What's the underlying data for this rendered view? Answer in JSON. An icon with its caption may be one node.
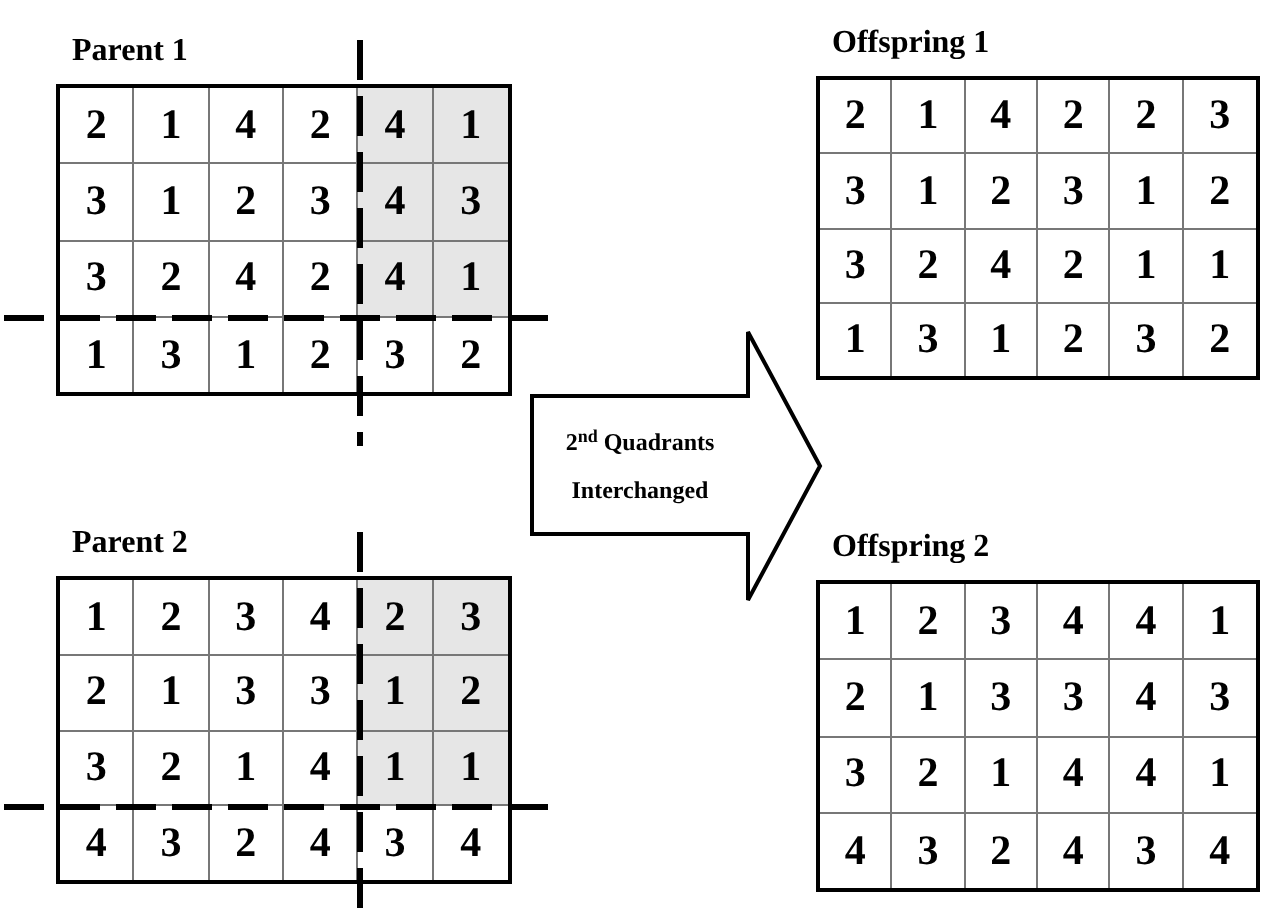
{
  "diagram": {
    "nodes": [
      {
        "text": [
          "Parent 1"
        ]
      },
      {
        "text": [
          "Offspring 1"
        ]
      },
      {
        "text": [
          "2$^{nd}$ Quadrants",
          "Interchanged"
        ]
      },
      {
        "text": [
          "Parent 2"
        ]
      },
      {
        "text": [
          "Offspring 2"
        ]
      }
    ],
    "labels": [
      "2",
      "1",
      "4",
      "2",
      "4",
      "1",
      "3",
      "1",
      "2",
      "3",
      "4",
      "3",
      "3",
      "2",
      "4",
      "2",
      "4",
      "1",
      "1",
      "3",
      "1",
      "2",
      "3",
      "2",
      "2",
      "1",
      "4",
      "2",
      "2",
      "3",
      "3",
      "1",
      "2",
      "3",
      "1",
      "2",
      "3",
      "2",
      "4",
      "2",
      "1",
      "1",
      "1",
      "3",
      "1",
      "2",
      "3",
      "2",
      "1",
      "2",
      "3",
      "4",
      "2",
      "3",
      "2",
      "1",
      "3",
      "3",
      "1",
      "2",
      "3",
      "2",
      "1",
      "4",
      "1",
      "1",
      "4",
      "3",
      "2",
      "4",
      "3",
      "4",
      "1",
      "2",
      "3",
      "4",
      "4",
      "1",
      "2",
      "1",
      "3",
      "3",
      "4",
      "3",
      "3",
      "2",
      "1",
      "4",
      "4",
      "1",
      "4",
      "3",
      "2",
      "4",
      "3",
      "4"
    ]
  }
}
